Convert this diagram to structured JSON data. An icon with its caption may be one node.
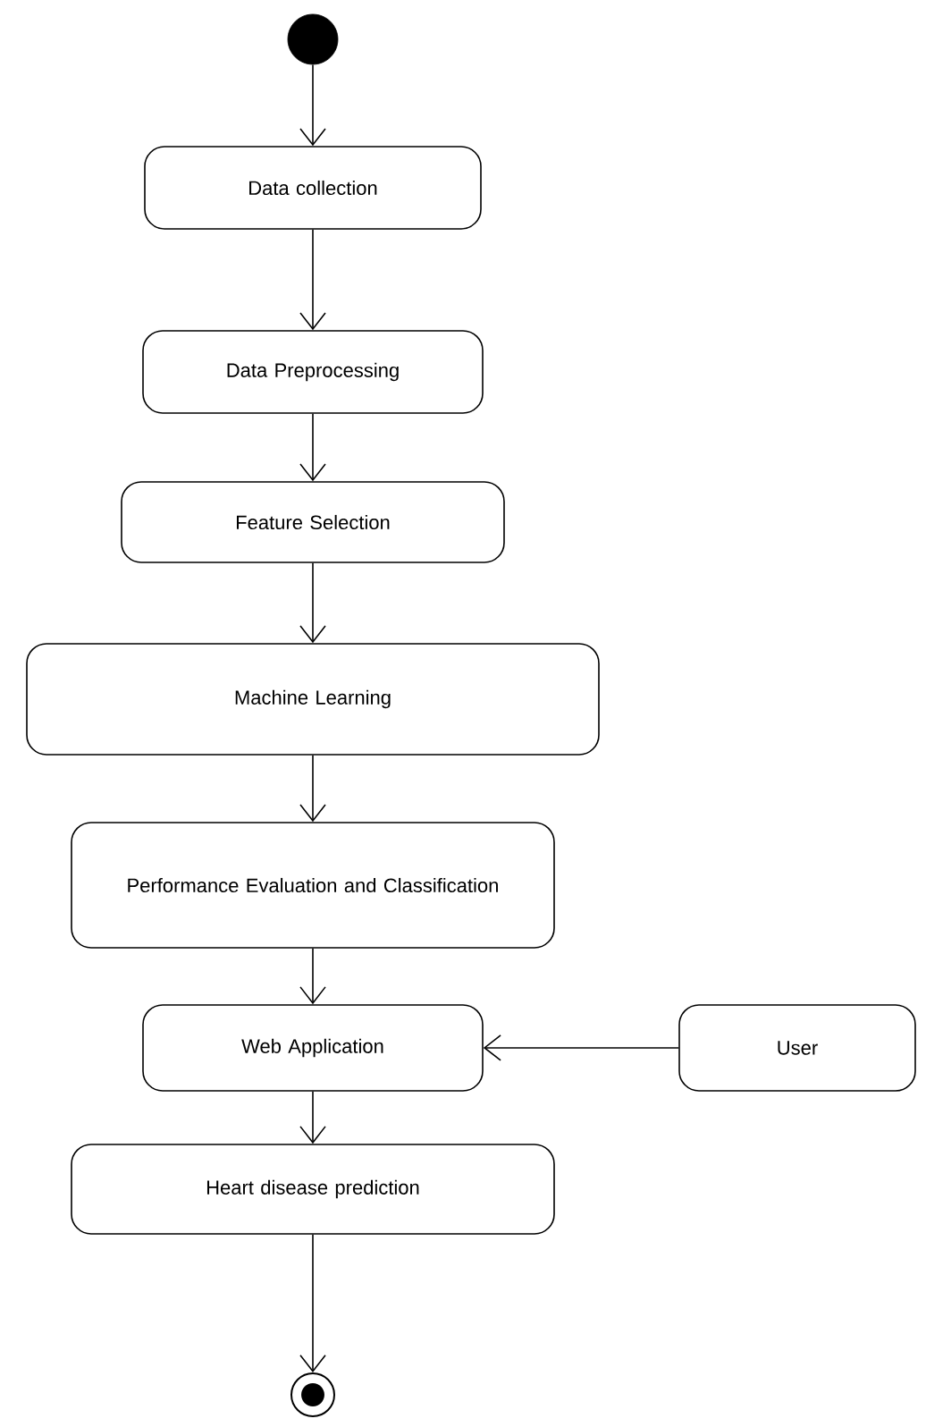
{
  "diagram": {
    "nodes": [
      {
        "text": [],
        "shape": "circle"
      },
      {
        "text": [
          "Data collection"
        ]
      },
      {
        "text": [
          "Data Preprocessing"
        ]
      },
      {
        "text": [
          "Feature Selection"
        ]
      },
      {
        "text": [
          "Machine Learning"
        ]
      },
      {
        "text": [
          "Performance Evaluation and Classification"
        ]
      },
      {
        "text": [
          "Web Application"
        ]
      },
      {
        "text": [
          "User"
        ]
      },
      {
        "text": [
          "Heart disease prediction"
        ]
      },
      {
        "text": [],
        "shape": "bullseye"
      }
    ],
    "edges": [
      {
        "from": 0,
        "to": 1,
        "arrow": "to"
      },
      {
        "from": 1,
        "to": 2,
        "arrow": "to"
      },
      {
        "from": 2,
        "to": 3,
        "arrow": "to"
      },
      {
        "from": 3,
        "to": 4,
        "arrow": "to"
      },
      {
        "from": 4,
        "to": 5,
        "arrow": "to"
      },
      {
        "from": 5,
        "to": 6,
        "arrow": "to"
      },
      {
        "from": 7,
        "to": 6,
        "arrow": "to"
      },
      {
        "from": 6,
        "to": 8,
        "arrow": "to"
      },
      {
        "from": 8,
        "to": 9,
        "arrow": "to"
      }
    ]
  }
}
